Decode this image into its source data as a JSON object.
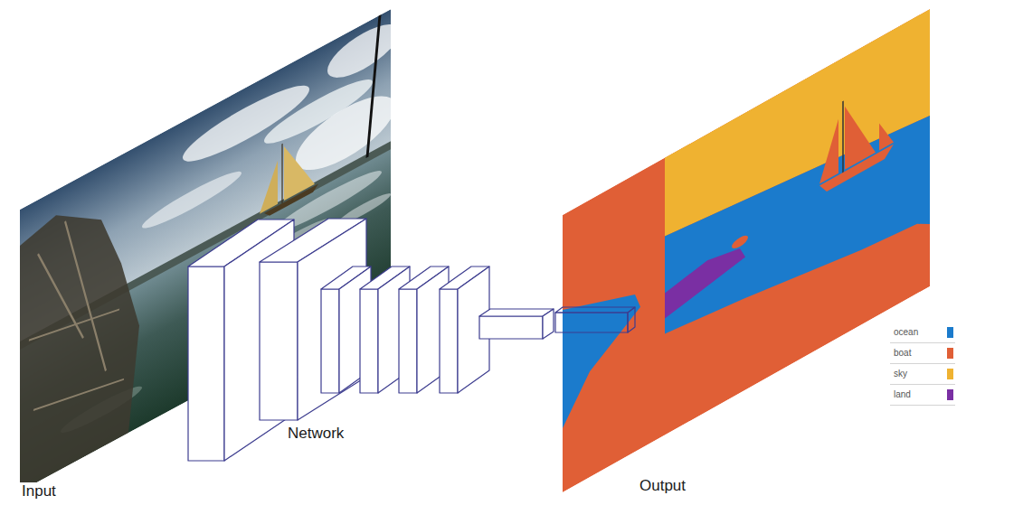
{
  "diagram": {
    "labels": [
      "Input",
      "Network",
      "Output"
    ],
    "legend": [
      {
        "text": "ocean",
        "color": "#1b7bcc"
      },
      {
        "text": "boat",
        "color": "#e05f36"
      },
      {
        "text": "sky",
        "color": "#efb231"
      },
      {
        "text": "land",
        "color": "#7a2fa3"
      }
    ]
  }
}
